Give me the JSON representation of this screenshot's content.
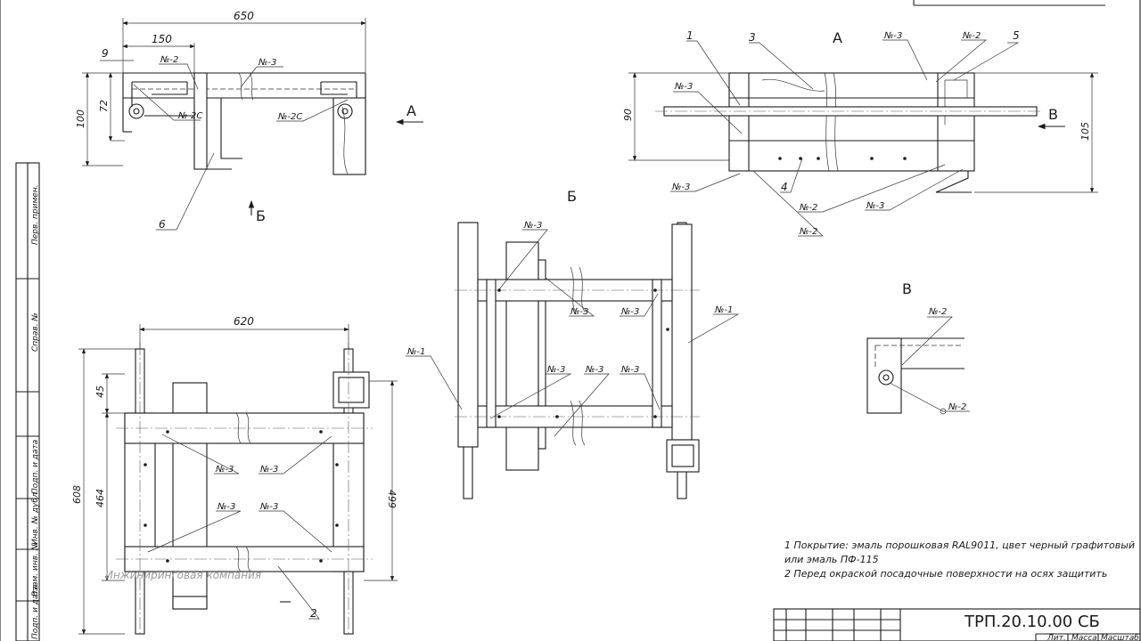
{
  "drawing": {
    "code": "ТРП.20.10.00 СБ",
    "watermark": "Инжиниринговая компания"
  },
  "side_stamp": [
    "Перв. примен.",
    "Справ. №",
    "Подп. и дата",
    "Инв. № дубл.",
    "Взам. инв. №",
    "Подп. и дата"
  ],
  "title_block": {
    "right_small": [
      "Лит.",
      "Масса",
      "Масштаб"
    ]
  },
  "notes": [
    "1 Покрытие: эмаль порошковая RAL9011, цвет черный графитовый",
    "или эмаль ПФ-115",
    "2 Перед окраской посадочные поверхности на осях защитить"
  ],
  "views": {
    "a": "А",
    "b": "Б",
    "v": "В"
  },
  "dimensions": {
    "top_650": "650",
    "top_150": "150",
    "top_9": "9",
    "left_100": "100",
    "left_72": "72",
    "right_90": "90",
    "right_105": "105",
    "bottom_620": "620",
    "bottom_608": "608",
    "bottom_45": "45",
    "bottom_464": "464",
    "bottom_499": "499"
  },
  "welds": {
    "n1": "№-1",
    "n2": "№-2",
    "n3": "№-3",
    "n2c": "№-2С"
  },
  "positions": {
    "p1": "1",
    "p2": "2",
    "p3": "3",
    "p4": "4",
    "p5": "5",
    "p6": "6"
  },
  "icons": {
    "section_arrow": "arrow-icon",
    "weld_leader": "leader-flag-icon"
  }
}
